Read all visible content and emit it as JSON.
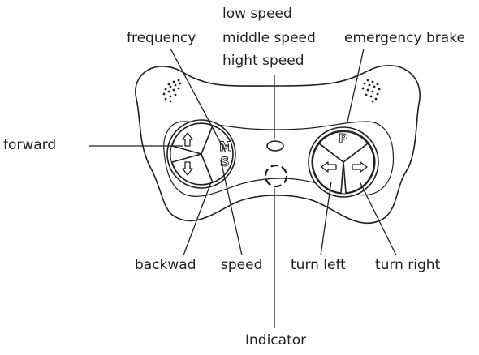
{
  "labels": {
    "low_speed": "low speed",
    "middle_speed": "middle speed",
    "hight_speed": "hight speed",
    "frequency": "frequency",
    "emergency_brake": "emergency brake",
    "forward": "forward",
    "backwad": "backwad",
    "speed": "speed",
    "turn_left": "turn left",
    "turn_right": "turn right",
    "indicator": "Indicator"
  },
  "buttons": {
    "mode_m": "M",
    "mode_s": "S",
    "park_p": "P"
  },
  "colors": {
    "line": "#231f20",
    "background": "#ffffff"
  }
}
